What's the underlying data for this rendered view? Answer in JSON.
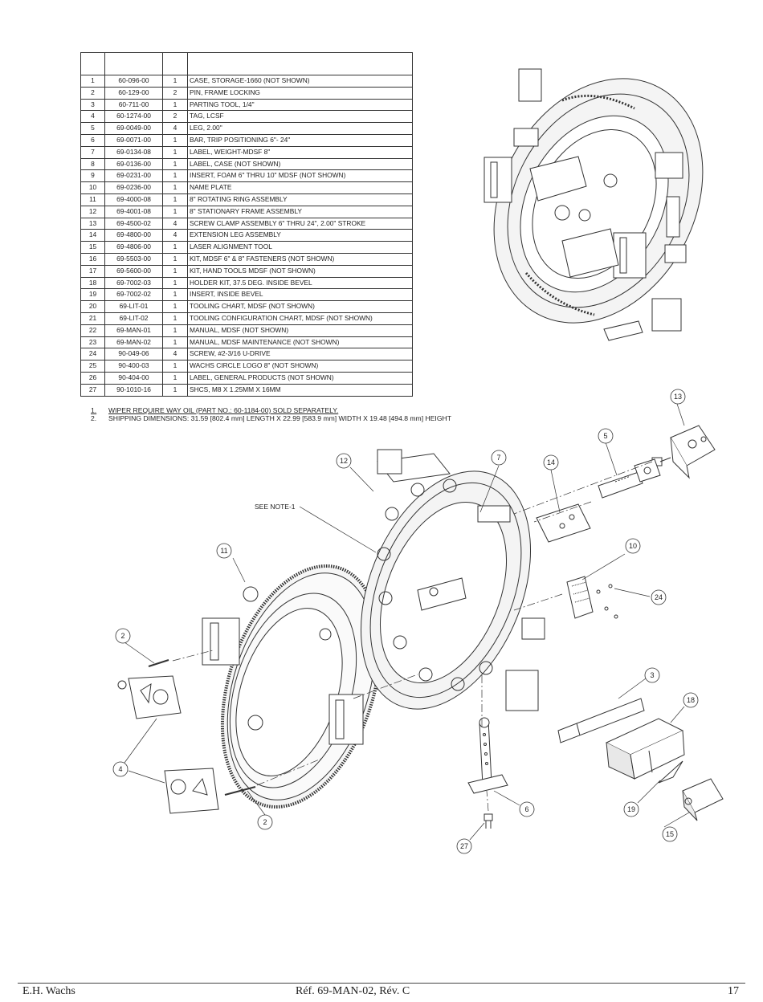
{
  "parts": [
    {
      "item": "1",
      "part": "60-096-00",
      "qty": "1",
      "desc": "CASE, STORAGE-1660 (NOT SHOWN)"
    },
    {
      "item": "2",
      "part": "60-129-00",
      "qty": "2",
      "desc": "PIN, FRAME LOCKING"
    },
    {
      "item": "3",
      "part": "60-711-00",
      "qty": "1",
      "desc": "PARTING TOOL, 1/4\""
    },
    {
      "item": "4",
      "part": "60-1274-00",
      "qty": "2",
      "desc": "TAG, LCSF"
    },
    {
      "item": "5",
      "part": "69-0049-00",
      "qty": "4",
      "desc": "LEG, 2.00\""
    },
    {
      "item": "6",
      "part": "69-0071-00",
      "qty": "1",
      "desc": "BAR, TRIP POSITIONING 6\"- 24\""
    },
    {
      "item": "7",
      "part": "69-0134-08",
      "qty": "1",
      "desc": "LABEL, WEIGHT-MDSF 8\""
    },
    {
      "item": "8",
      "part": "69-0136-00",
      "qty": "1",
      "desc": "LABEL, CASE (NOT SHOWN)"
    },
    {
      "item": "9",
      "part": "69-0231-00",
      "qty": "1",
      "desc": "INSERT, FOAM 6\" THRU 10\" MDSF (NOT SHOWN)"
    },
    {
      "item": "10",
      "part": "69-0236-00",
      "qty": "1",
      "desc": "NAME PLATE"
    },
    {
      "item": "11",
      "part": "69-4000-08",
      "qty": "1",
      "desc": "8\" ROTATING RING ASSEMBLY"
    },
    {
      "item": "12",
      "part": "69-4001-08",
      "qty": "1",
      "desc": "8\" STATIONARY FRAME ASSEMBLY"
    },
    {
      "item": "13",
      "part": "69-4500-02",
      "qty": "4",
      "desc": "SCREW CLAMP ASSEMBLY 6\" THRU 24\", 2.00\" STROKE"
    },
    {
      "item": "14",
      "part": "69-4800-00",
      "qty": "4",
      "desc": "EXTENSION LEG ASSEMBLY"
    },
    {
      "item": "15",
      "part": "69-4806-00",
      "qty": "1",
      "desc": "LASER ALIGNMENT TOOL"
    },
    {
      "item": "16",
      "part": "69-5503-00",
      "qty": "1",
      "desc": "KIT, MDSF 6\" & 8\" FASTENERS (NOT SHOWN)"
    },
    {
      "item": "17",
      "part": "69-5600-00",
      "qty": "1",
      "desc": "KIT, HAND TOOLS MDSF (NOT SHOWN)"
    },
    {
      "item": "18",
      "part": "69-7002-03",
      "qty": "1",
      "desc": "HOLDER KIT, 37.5 DEG. INSIDE BEVEL"
    },
    {
      "item": "19",
      "part": "69-7002-02",
      "qty": "1",
      "desc": "INSERT, INSIDE BEVEL"
    },
    {
      "item": "20",
      "part": "69-LIT-01",
      "qty": "1",
      "desc": "TOOLING CHART, MDSF (NOT SHOWN)"
    },
    {
      "item": "21",
      "part": "69-LIT-02",
      "qty": "1",
      "desc": "TOOLING CONFIGURATION CHART, MDSF (NOT SHOWN)"
    },
    {
      "item": "22",
      "part": "69-MAN-01",
      "qty": "1",
      "desc": "MANUAL, MDSF (NOT SHOWN)"
    },
    {
      "item": "23",
      "part": "69-MAN-02",
      "qty": "1",
      "desc": "MANUAL, MDSF MAINTENANCE (NOT SHOWN)"
    },
    {
      "item": "24",
      "part": "90-049-06",
      "qty": "4",
      "desc": "SCREW, #2-3/16 U-DRIVE"
    },
    {
      "item": "25",
      "part": "90-400-03",
      "qty": "1",
      "desc": "WACHS CIRCLE LOGO 8\" (NOT SHOWN)"
    },
    {
      "item": "26",
      "part": "90-404-00",
      "qty": "1",
      "desc": "LABEL, GENERAL PRODUCTS (NOT SHOWN)"
    },
    {
      "item": "27",
      "part": "90-1010-16",
      "qty": "1",
      "desc": "SHCS, M8 X 1.25MM X 16MM"
    }
  ],
  "notes": [
    {
      "num": "1.",
      "text": "WIPER REQUIRE WAY OIL (PART NO.: 60-1184-00) SOLD SEPARATELY."
    },
    {
      "num": "2.",
      "text": "SHIPPING DIMENSIONS: 31.59 [802.4 mm] LENGTH X 22.99 [583.9 mm] WIDTH X 19.48 [494.8 mm] HEIGHT"
    }
  ],
  "callouts": {
    "see_note": "SEE NOTE-1",
    "c2a": "2",
    "c2b": "2",
    "c3": "3",
    "c4": "4",
    "c5": "5",
    "c6": "6",
    "c7": "7",
    "c10": "10",
    "c11": "11",
    "c12": "12",
    "c13": "13",
    "c14": "14",
    "c15": "15",
    "c18": "18",
    "c19": "19",
    "c24": "24",
    "c27": "27"
  },
  "footer": {
    "left": "E.H. Wachs",
    "center": "Réf. 69-MAN-02, Rév. C",
    "right": "17"
  }
}
